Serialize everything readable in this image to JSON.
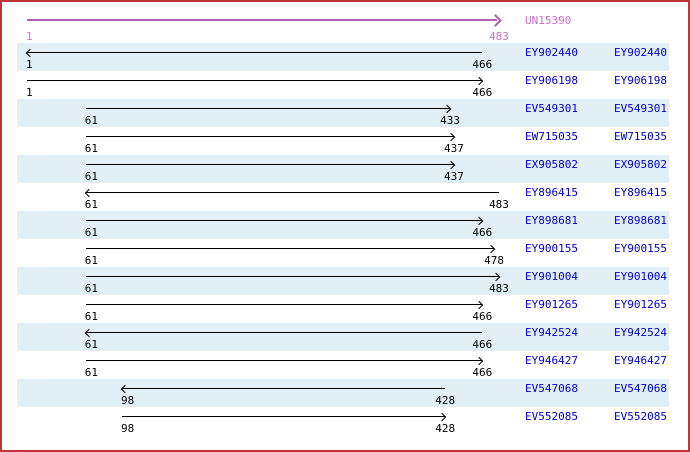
{
  "colors": {
    "frame_border": "#bf3434",
    "background": "#ffffff",
    "row_shade": "#e2f0f5",
    "accession_link": "#0000cc",
    "coordinate_text": "#000000",
    "reference_arrow": "#b55cb5",
    "reference_text": "#c872c8"
  },
  "chart_data": {
    "type": "table",
    "reference": {
      "label": "UN15390",
      "start": 1,
      "end": 483,
      "strand": "forward"
    },
    "alignments": [
      {
        "label": "EY902440",
        "start": 1,
        "end": 466,
        "strand": "reverse"
      },
      {
        "label": "EY906198",
        "start": 1,
        "end": 466,
        "strand": "forward"
      },
      {
        "label": "EV549301",
        "start": 61,
        "end": 433,
        "strand": "forward"
      },
      {
        "label": "EW715035",
        "start": 61,
        "end": 437,
        "strand": "forward"
      },
      {
        "label": "EX905802",
        "start": 61,
        "end": 437,
        "strand": "forward"
      },
      {
        "label": "EY896415",
        "start": 61,
        "end": 483,
        "strand": "reverse"
      },
      {
        "label": "EY898681",
        "start": 61,
        "end": 466,
        "strand": "forward"
      },
      {
        "label": "EY900155",
        "start": 61,
        "end": 478,
        "strand": "forward"
      },
      {
        "label": "EY901004",
        "start": 61,
        "end": 483,
        "strand": "forward"
      },
      {
        "label": "EY901265",
        "start": 61,
        "end": 466,
        "strand": "forward"
      },
      {
        "label": "EY942524",
        "start": 61,
        "end": 466,
        "strand": "reverse"
      },
      {
        "label": "EY946427",
        "start": 61,
        "end": 466,
        "strand": "forward"
      },
      {
        "label": "EV547068",
        "start": 98,
        "end": 428,
        "strand": "reverse"
      },
      {
        "label": "EV552085",
        "start": 98,
        "end": 428,
        "strand": "forward"
      }
    ]
  }
}
